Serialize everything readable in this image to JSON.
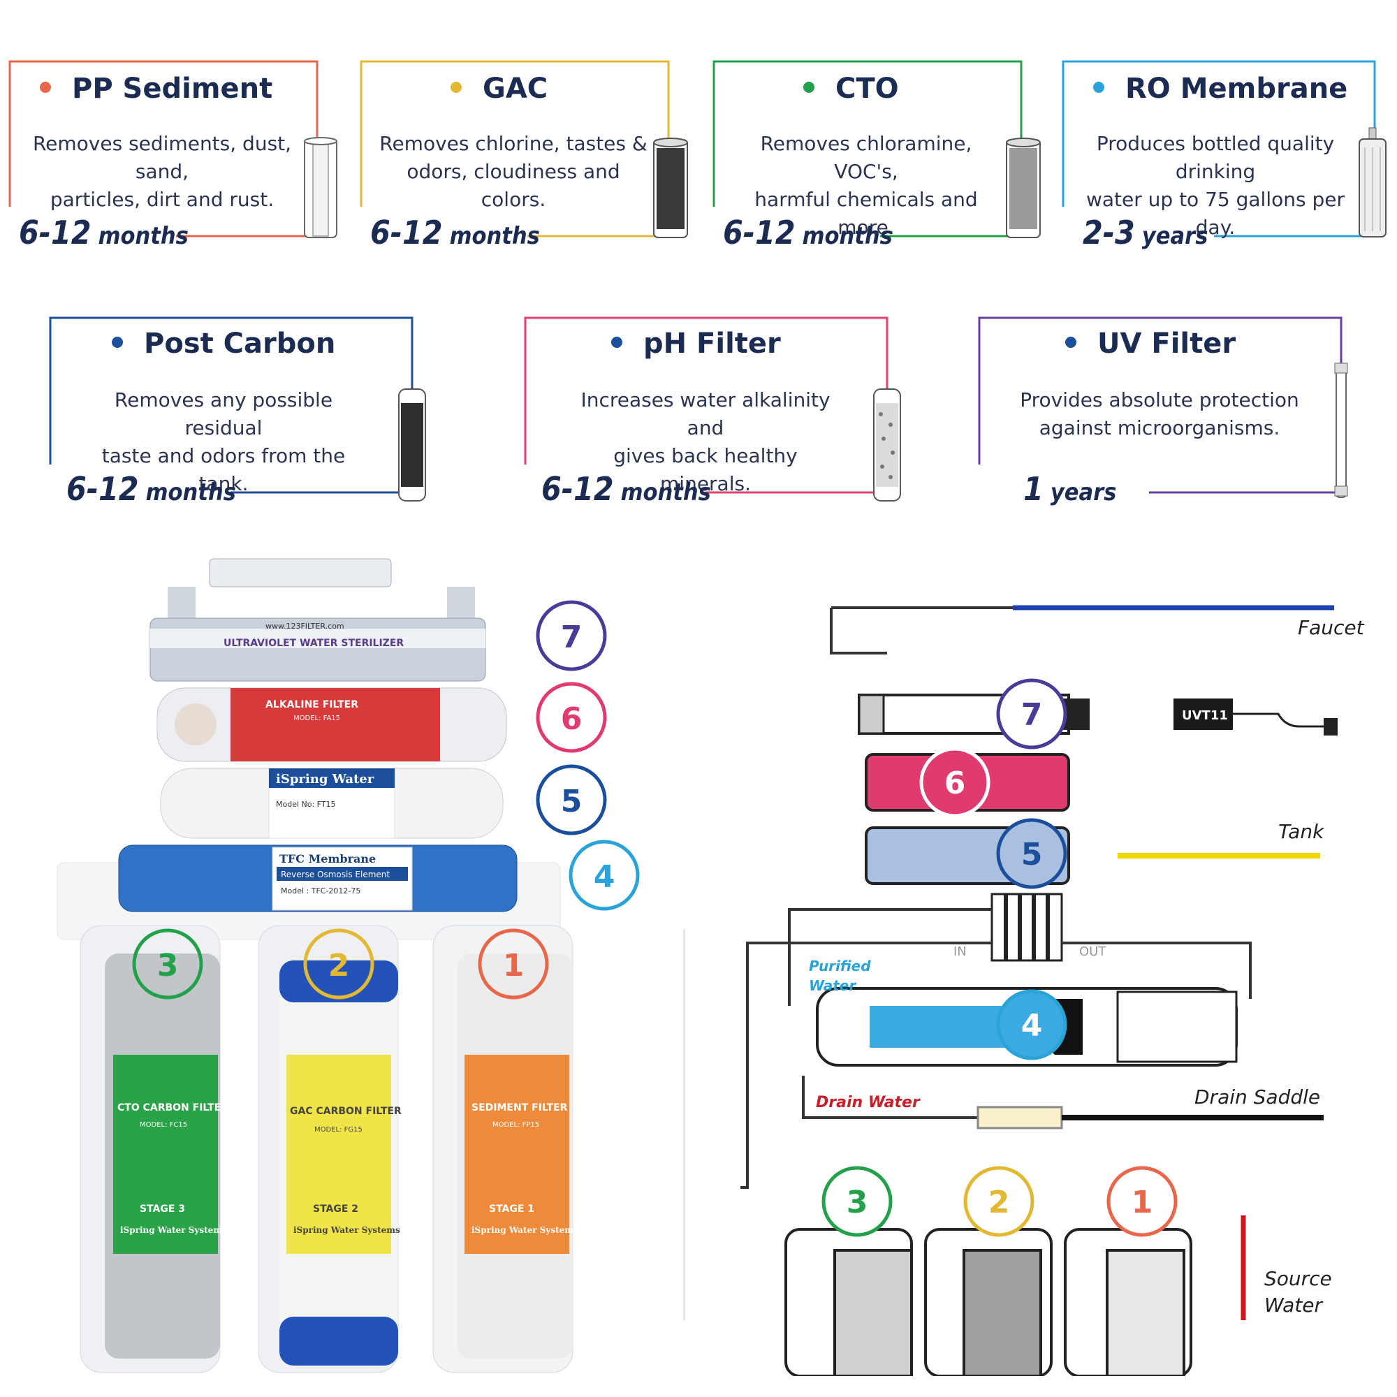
{
  "filters": [
    {
      "key": "pp",
      "title": "PP Sediment",
      "desc1": "Removes sediments, dust, sand,",
      "desc2": "particles, dirt and rust.",
      "life_num": "6-12",
      "life_unit": "months",
      "color": "#e8674a"
    },
    {
      "key": "gac",
      "title": "GAC",
      "desc1": "Removes chlorine, tastes &",
      "desc2": "odors, cloudiness and colors.",
      "life_num": "6-12",
      "life_unit": "months",
      "color": "#e3b832"
    },
    {
      "key": "cto",
      "title": "CTO",
      "desc1": "Removes chloramine, VOC's,",
      "desc2": "harmful chemicals and more.",
      "life_num": "6-12",
      "life_unit": "months",
      "color": "#23a04a"
    },
    {
      "key": "ro",
      "title": "RO Membrane",
      "desc1": "Produces bottled quality drinking",
      "desc2": "water up to 75 gallons per day.",
      "life_num": "2-3",
      "life_unit": "years",
      "color": "#2aa3d8"
    },
    {
      "key": "post",
      "title": "Post Carbon",
      "desc1": "Removes any possible residual",
      "desc2": "taste and odors from the tank.",
      "life_num": "6-12",
      "life_unit": "months",
      "color": "#1b4f9c"
    },
    {
      "key": "ph",
      "title": "pH Filter",
      "desc1": "Increases water alkalinity and",
      "desc2": "gives back healthy minerals.",
      "life_num": "6-12",
      "life_unit": "months",
      "color": "#e83e6e"
    },
    {
      "key": "uv",
      "title": "UV Filter",
      "desc1": "Provides absolute protection",
      "desc2": "against microorganisms.",
      "life_num": "1",
      "life_unit": "years",
      "color": "#6a3da0"
    }
  ],
  "photo": {
    "stage_numbers": [
      "7",
      "6",
      "5",
      "4",
      "3",
      "2",
      "1"
    ],
    "uv_label": "ULTRAVIOLET WATER STERILIZER",
    "uv_site": "www.123FILTER.com",
    "ph_label": "ALKALINE FILTER",
    "ph_model": "MODEL: FA15",
    "post_brand": "iSpring Water",
    "post_model": "Model No: FT15",
    "ro_brand": "TFC Membrane",
    "ro_label": "Reverse Osmosis Element",
    "ro_model": "Model : TFC-2012-75",
    "cto_label": "CTO CARBON FILTER",
    "cto_model": "MODEL: FC15",
    "cto_stage": "STAGE 3",
    "gac_label": "GAC CARBON FILTER",
    "gac_model": "MODEL: FG15",
    "gac_stage": "STAGE 2",
    "sed_label": "SEDIMENT FILTER",
    "sed_model": "MODEL: FP15",
    "sed_stage": "STAGE 1",
    "brand_footer": "iSpring Water Systems"
  },
  "schematic": {
    "faucet": "Faucet",
    "tank": "Tank",
    "uvt": "UVT11",
    "purified1": "Purified",
    "purified2": "Water",
    "in": "IN",
    "out": "OUT",
    "drain_water": "Drain Water",
    "drain_saddle": "Drain Saddle",
    "source1": "Source",
    "source2": "Water",
    "stage_numbers": [
      "7",
      "6",
      "5",
      "4",
      "3",
      "2",
      "1"
    ]
  }
}
